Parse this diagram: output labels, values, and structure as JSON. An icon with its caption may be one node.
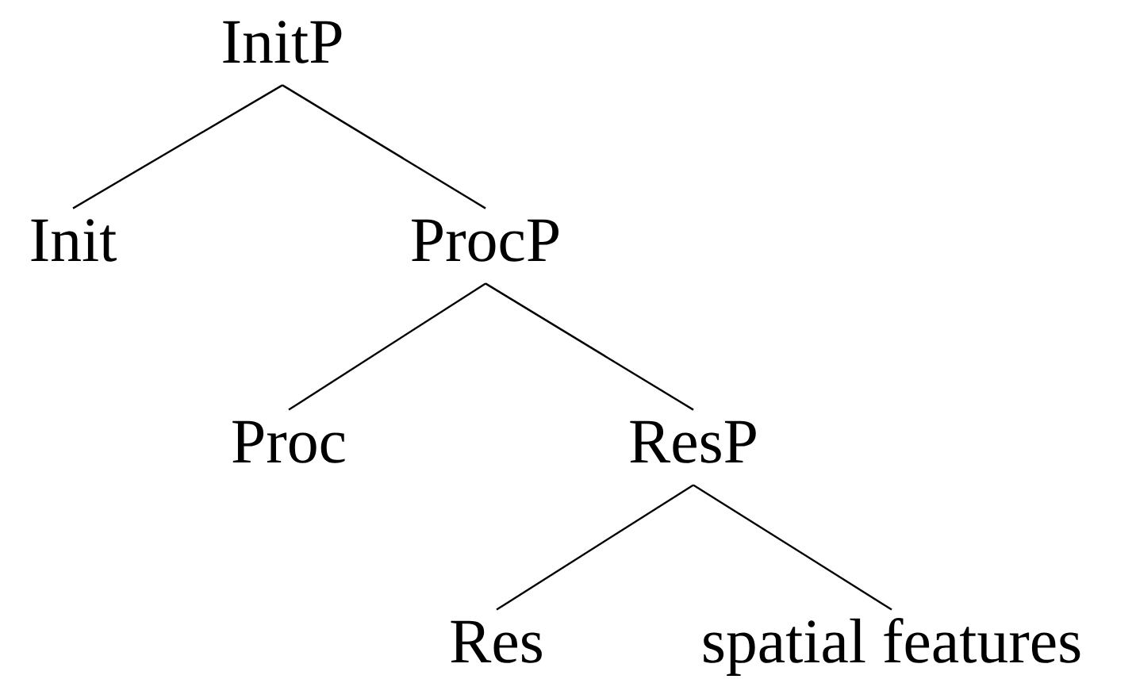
{
  "diagram": {
    "nodes": [
      {
        "text": [
          "InitP"
        ]
      },
      {
        "text": [
          "Init"
        ]
      },
      {
        "text": [
          "ProcP"
        ]
      },
      {
        "text": [
          "Proc"
        ]
      },
      {
        "text": [
          "ResP"
        ]
      },
      {
        "text": [
          "Res"
        ]
      },
      {
        "text": [
          "spatial features"
        ]
      }
    ],
    "edges": [
      {
        "from": 0,
        "to": 1,
        "arrow": "none"
      },
      {
        "from": 0,
        "to": 2,
        "arrow": "none"
      },
      {
        "from": 2,
        "to": 3,
        "arrow": "none"
      },
      {
        "from": 2,
        "to": 4,
        "arrow": "none"
      },
      {
        "from": 4,
        "to": 5,
        "arrow": "none"
      },
      {
        "from": 4,
        "to": 6,
        "arrow": "none"
      }
    ]
  }
}
